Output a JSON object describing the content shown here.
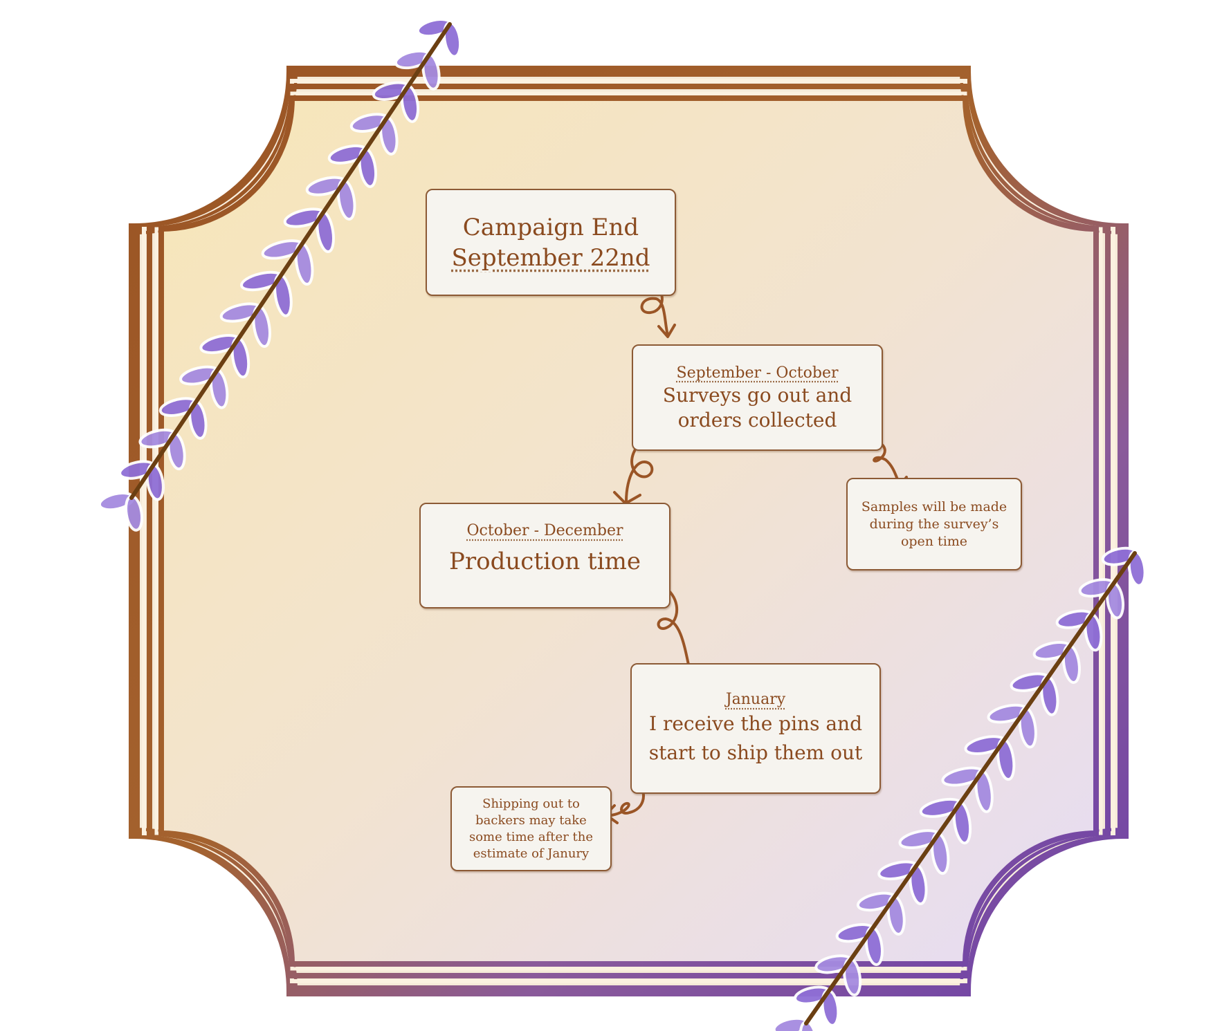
{
  "colors": {
    "text": "#8a4a1f",
    "frame_brown": "#9a5a2a",
    "frame_purple": "#7a4fb0",
    "lavender": "#9d82dc",
    "stem": "#6b3f12"
  },
  "steps": [
    {
      "title": "Campaign End",
      "subtitle": "September 22nd"
    },
    {
      "period": "September - October",
      "text": "Surveys go out and orders collected"
    },
    {
      "period": "October - December",
      "text": "Production time"
    },
    {
      "period": "January",
      "text": "I receive the pins and start to ship them out"
    }
  ],
  "notes": [
    {
      "text": "Samples will be made during the survey’s open time"
    },
    {
      "text": "Shipping out to backers may take some time after the estimate of Janury"
    }
  ]
}
